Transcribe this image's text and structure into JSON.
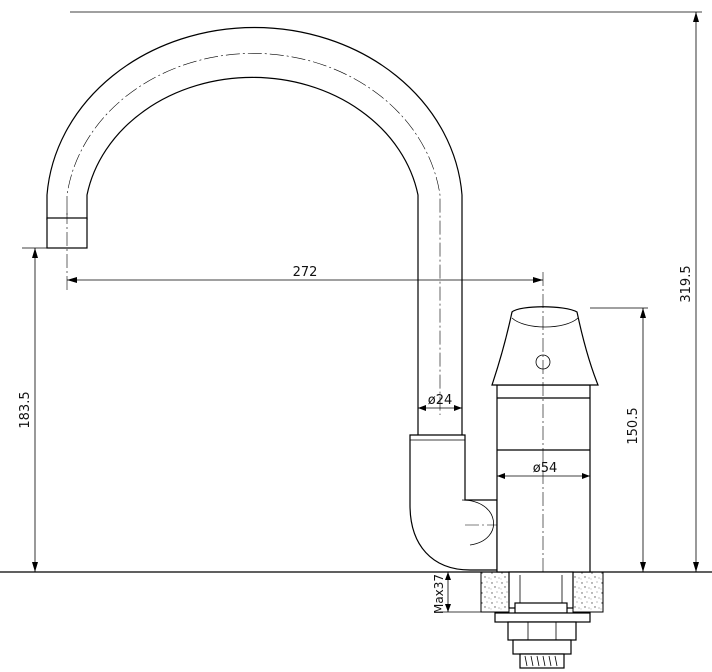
{
  "dimensions": {
    "total_height": "319.5",
    "spout_reach": "272",
    "spout_height": "183.5",
    "body_height": "150.5",
    "spout_diameter": "ø24",
    "body_diameter": "ø54",
    "max_deck_thickness": "Max37"
  }
}
